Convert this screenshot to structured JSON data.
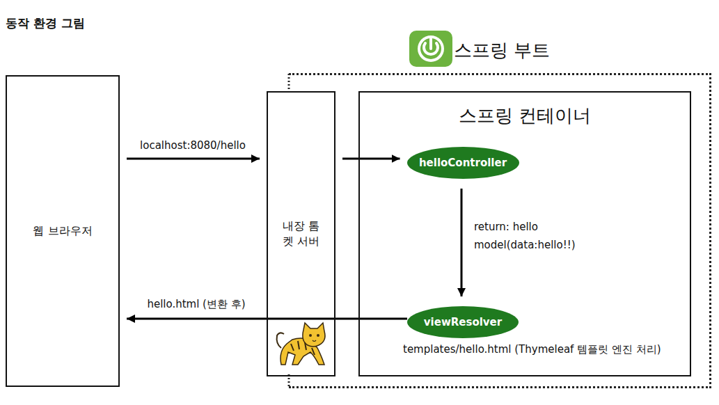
{
  "diagram": {
    "title": "동작 환경 그림",
    "nodes": [
      {
        "text": [
          "웹 브라우저"
        ]
      },
      {
        "text": [
          "스프링 부트"
        ]
      },
      {
        "text": [
          "내장 톰켓 서버"
        ],
        "in": 1
      },
      {
        "text": [
          "스프링 컨테이너"
        ],
        "in": 1
      },
      {
        "text": [
          "helloController"
        ],
        "in": 3
      },
      {
        "text": [
          "viewResolver"
        ],
        "in": 3
      }
    ],
    "edges": [
      {
        "from": 0,
        "to": 2,
        "arrow": "to",
        "label": "localhost:8080/hello"
      },
      {
        "from": 2,
        "to": 4,
        "arrow": "to"
      },
      {
        "from": 4,
        "to": 5,
        "arrow": "to",
        "label": "return: hello model(data:hello!!)"
      },
      {
        "from": 5,
        "to": 0,
        "arrow": "to",
        "label": "hello.html (변환 후)"
      }
    ],
    "labels": [
      "templates/hello.html (Thymeleaf 템플릿 엔진 처리)"
    ]
  }
}
